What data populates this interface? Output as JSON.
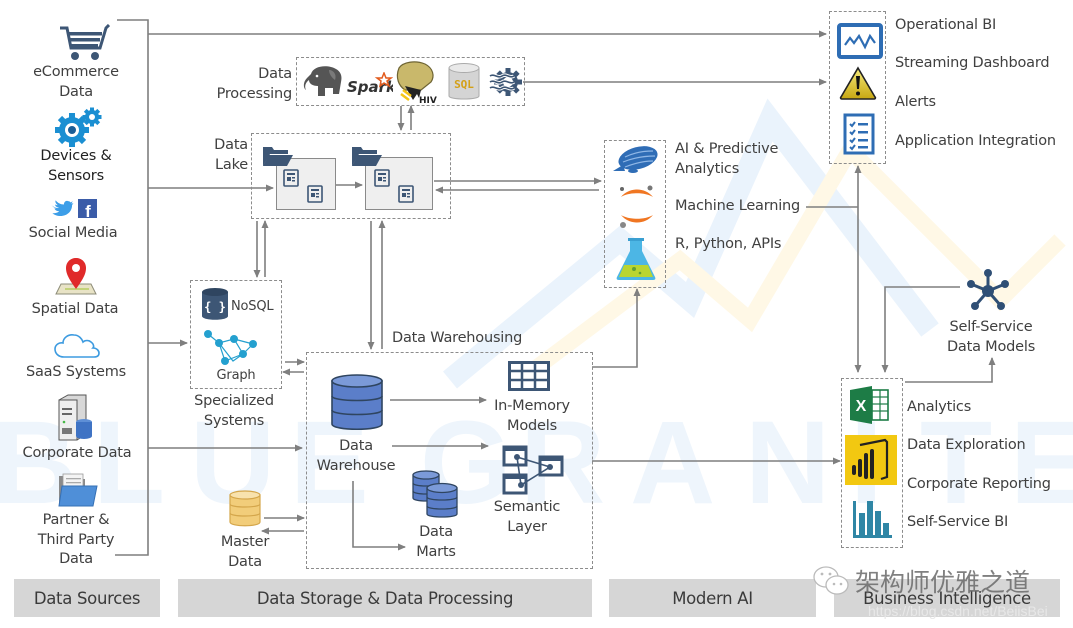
{
  "watermark": {
    "letters": [
      "B",
      "L",
      "U",
      "E",
      "G",
      "R",
      "A",
      "N",
      "I",
      "T",
      "E"
    ]
  },
  "sources": {
    "items": [
      {
        "icon": "shopping-cart-icon",
        "label": "eCommerce\nData"
      },
      {
        "icon": "gears-icon",
        "label": "Devices &\nSensors"
      },
      {
        "icon": "twitter-facebook-icon",
        "label": "Social Media"
      },
      {
        "icon": "map-pin-icon",
        "label": "Spatial Data"
      },
      {
        "icon": "cloud-icon",
        "label": "SaaS Systems"
      },
      {
        "icon": "server-database-icon",
        "label": "Corporate Data"
      },
      {
        "icon": "folder-icon",
        "label": "Partner &\nThird Party\nData"
      }
    ]
  },
  "storage": {
    "processing": {
      "label": "Data\nProcessing",
      "tools": [
        "hadoop-elephant-icon",
        "spark-icon",
        "hive-icon",
        "sql-icon",
        "stream-gear-icon"
      ],
      "spark_text": "Spark",
      "hive_text": "HIVE",
      "sql_text": "SQL"
    },
    "lake": {
      "label": "Data\nLake"
    },
    "specialized": {
      "nosql": "NoSQL",
      "graph": "Graph",
      "label": "Specialized\nSystems"
    },
    "warehousing": {
      "title": "Data Warehousing",
      "warehouse": "Data\nWarehouse",
      "in_memory": "In-Memory\nModels",
      "semantic": "Semantic\nLayer",
      "marts": "Data\nMarts"
    },
    "master": {
      "label": "Master\nData"
    }
  },
  "ai": {
    "items": [
      {
        "icon": "zeppelin-icon",
        "label": "AI & Predictive\nAnalytics"
      },
      {
        "icon": "jupyter-icon",
        "label": "Machine Learning"
      },
      {
        "icon": "flask-icon",
        "label": "R, Python, APIs"
      }
    ]
  },
  "operational": {
    "items": [
      {
        "icon": "monitor-chart-icon",
        "label": "Operational BI"
      },
      {
        "icon": "",
        "label": "Streaming Dashboard"
      },
      {
        "icon": "warning-icon",
        "label": "Alerts"
      },
      {
        "icon": "checklist-icon",
        "label": "Application Integration"
      }
    ]
  },
  "self_service_models": {
    "label": "Self-Service\nData Models"
  },
  "bi": {
    "items": [
      {
        "icon": "excel-icon",
        "label": "Analytics"
      },
      {
        "icon": "powerbi-icon",
        "label": "Data Exploration"
      },
      {
        "icon": "",
        "label": "Corporate Reporting"
      },
      {
        "icon": "bar-chart-icon",
        "label": "Self-Service BI"
      }
    ],
    "excel_letter": "X"
  },
  "footer": {
    "sections": [
      "Data Sources",
      "Data Storage & Data Processing",
      "Modern AI",
      "Business Intelligence"
    ]
  },
  "overlay": {
    "chinese": "架构师优雅之道",
    "url": "https://blog.csdn.net/BeiisBei"
  },
  "colors": {
    "navy": "#3d5675",
    "blue": "#2e6db4",
    "line": "#7f7f7f",
    "footer": "#d6d6d6"
  }
}
